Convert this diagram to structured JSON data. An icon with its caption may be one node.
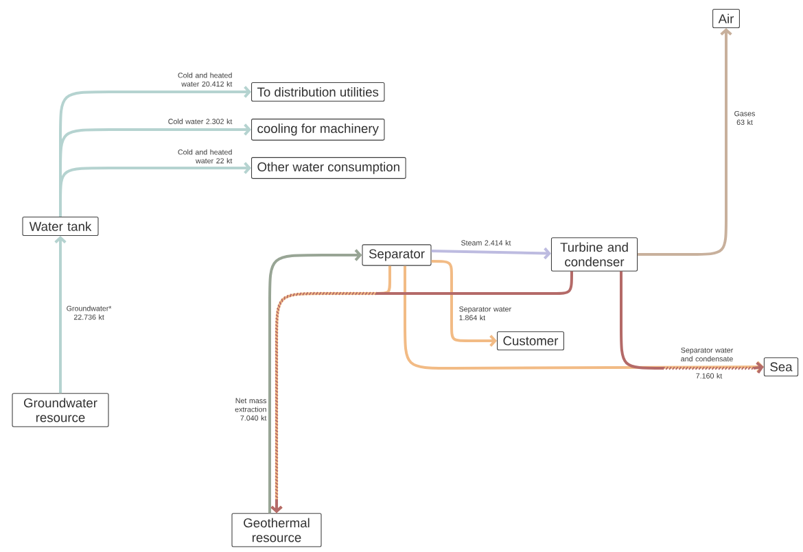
{
  "diagram": {
    "nodes": [
      {
        "text": [
          "Water tank"
        ]
      },
      {
        "text": [
          "To distribution utilities"
        ]
      },
      {
        "text": [
          "cooling for machinery"
        ]
      },
      {
        "text": [
          "Other water consumption"
        ]
      },
      {
        "text": [
          "Groundwater resource"
        ]
      },
      {
        "text": [
          "Separator"
        ]
      },
      {
        "text": [
          "Turbine and condenser"
        ]
      },
      {
        "text": [
          "Air"
        ]
      },
      {
        "text": [
          "Customer"
        ]
      },
      {
        "text": [
          "Sea"
        ]
      },
      {
        "text": [
          "Geothermal resource"
        ]
      }
    ],
    "edges": [
      {
        "from": 4,
        "to": 0,
        "arrow": "to",
        "label": "Groundwater* 22.736 kt",
        "color": "#b5d3d0"
      },
      {
        "from": 0,
        "to": 1,
        "arrow": "to",
        "label": "Cold and heated water 20.412 kt",
        "color": "#b5d3d0"
      },
      {
        "from": 0,
        "to": 2,
        "arrow": "to",
        "label": "Cold water 2.302 kt",
        "color": "#b5d3d0"
      },
      {
        "from": 0,
        "to": 3,
        "arrow": "to",
        "label": "Cold and heated water 22 kt",
        "color": "#b5d3d0"
      },
      {
        "from": 10,
        "to": 5,
        "arrow": "to",
        "label": "Net mass extraction 7.040 kt",
        "color": "#98a595"
      },
      {
        "from": 5,
        "to": 6,
        "arrow": "to",
        "label": "Steam 2.414 kt",
        "color": "#bdbbe0"
      },
      {
        "from": 6,
        "to": 7,
        "arrow": "to",
        "label": "Gases 63 kt",
        "color": "#c8b09c"
      },
      {
        "from": 5,
        "to": 8,
        "arrow": "to",
        "label": "Separator water 1.864 kt",
        "color": "#f2bb85"
      },
      {
        "from": 5,
        "to": 9,
        "arrow": "to",
        "label": "Separator water and condensate",
        "color": "#f2bb85"
      },
      {
        "from": 6,
        "to": 9,
        "arrow": "to",
        "label": "7.160 kt",
        "color": "#b46a68"
      },
      {
        "from": 5,
        "to": 10,
        "arrow": "to",
        "color": "#f2bb85"
      },
      {
        "from": 6,
        "to": 10,
        "arrow": "to",
        "color": "#b46a68"
      }
    ]
  }
}
